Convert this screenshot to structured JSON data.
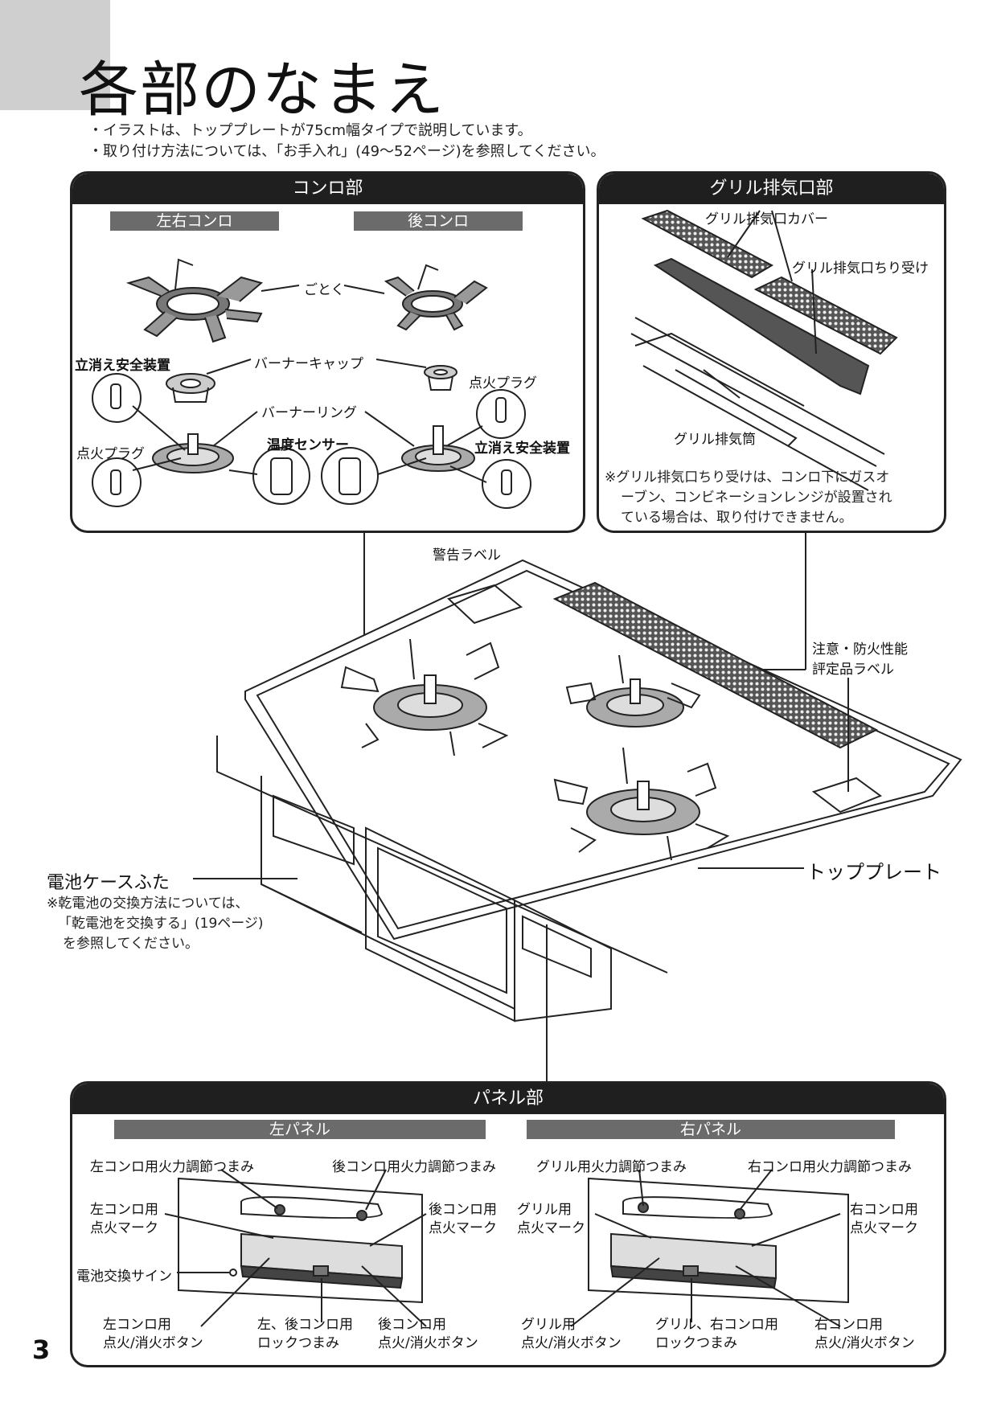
{
  "header": {
    "title": "各部のなまえ",
    "notes": [
      "・イラストは、トッププレートが75cm幅タイプで説明しています。",
      "・取り付け方法については、「お手入れ」(49〜52ページ)を参照してください。"
    ]
  },
  "konro": {
    "title": "コンロ部",
    "left_right_label": "左右コンロ",
    "rear_label": "後コンロ",
    "labels": {
      "gotoku": "ごとく",
      "tachikie_left": "立消え安全装置",
      "burner_cap": "バーナーキャップ",
      "tenka_plug_right": "点火プラグ",
      "burner_ring": "バーナーリング",
      "tenka_plug_left": "点火プラグ",
      "ondo_sensor": "温度センサー",
      "tachikie_right": "立消え安全装置"
    }
  },
  "grill": {
    "title": "グリル排気口部",
    "labels": {
      "cover": "グリル排気口カバー",
      "chiriuke": "グリル排気口ちり受け",
      "tsutsu": "グリル排気筒"
    },
    "note_lines": [
      "※グリル排気口ちり受けは、コンロ下にガスオ",
      "ーブン、コンビネーションレンジが設置され",
      "ている場合は、取り付けできません。"
    ]
  },
  "main": {
    "keikoku": "警告ラベル",
    "chui_lines": [
      "注意・防火性能",
      "評定品ラベル"
    ],
    "top_plate": "トッププレート",
    "battery_cover": "電池ケースふた",
    "battery_note_lines": [
      "※乾電池の交換方法については、",
      "「乾電池を交換する」(19ページ)",
      "を参照してください。"
    ]
  },
  "panel": {
    "title": "パネル部",
    "left_title": "左パネル",
    "right_title": "右パネル",
    "left": {
      "knob_left": "左コンロ用火力調節つまみ",
      "knob_rear": "後コンロ用火力調節つまみ",
      "mark_left_1": "左コンロ用",
      "mark_left_2": "点火マーク",
      "mark_rear_1": "後コンロ用",
      "mark_rear_2": "点火マーク",
      "battery_sign": "電池交換サイン",
      "btn_left_1": "左コンロ用",
      "btn_left_2": "点火/消火ボタン",
      "lock_1": "左、後コンロ用",
      "lock_2": "ロックつまみ",
      "btn_rear_1": "後コンロ用",
      "btn_rear_2": "点火/消火ボタン"
    },
    "right": {
      "knob_grill": "グリル用火力調節つまみ",
      "knob_right": "右コンロ用火力調節つまみ",
      "mark_grill_1": "グリル用",
      "mark_grill_2": "点火マーク",
      "mark_right_1": "右コンロ用",
      "mark_right_2": "点火マーク",
      "btn_grill_1": "グリル用",
      "btn_grill_2": "点火/消火ボタン",
      "lock_1": "グリル、右コンロ用",
      "lock_2": "ロックつまみ",
      "btn_right_1": "右コンロ用",
      "btn_right_2": "点火/消火ボタン"
    }
  },
  "page_number": "3"
}
